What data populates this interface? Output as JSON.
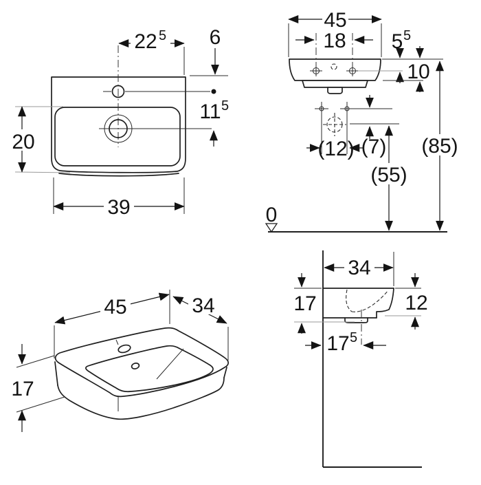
{
  "drawing": {
    "type": "washbasin technical dimension drawing",
    "unit_note": "dimensions in cm"
  },
  "dims": {
    "front": {
      "tap_offset": {
        "main": "22",
        "sup": "5"
      },
      "rim_to_tap": "6",
      "tap_to_drain": {
        "main": "11",
        "sup": "5"
      },
      "bowl_depth": "20",
      "bowl_width": "39"
    },
    "top": {
      "width": "45",
      "hole_spacing": "18",
      "edge_to_holes": {
        "main": "5",
        "sup": "5"
      },
      "edge_to_back": "10",
      "supply_spacing": "(12)",
      "supply_to_drain": "(7)",
      "drain_height": "(55)",
      "rim_height": "(85)",
      "ground": "0"
    },
    "iso": {
      "width": "45",
      "depth": "34",
      "height": "17"
    },
    "side": {
      "depth": "34",
      "height": "17",
      "back_height": "12",
      "wall_to_trap": {
        "main": "17",
        "sup": "5"
      }
    }
  }
}
